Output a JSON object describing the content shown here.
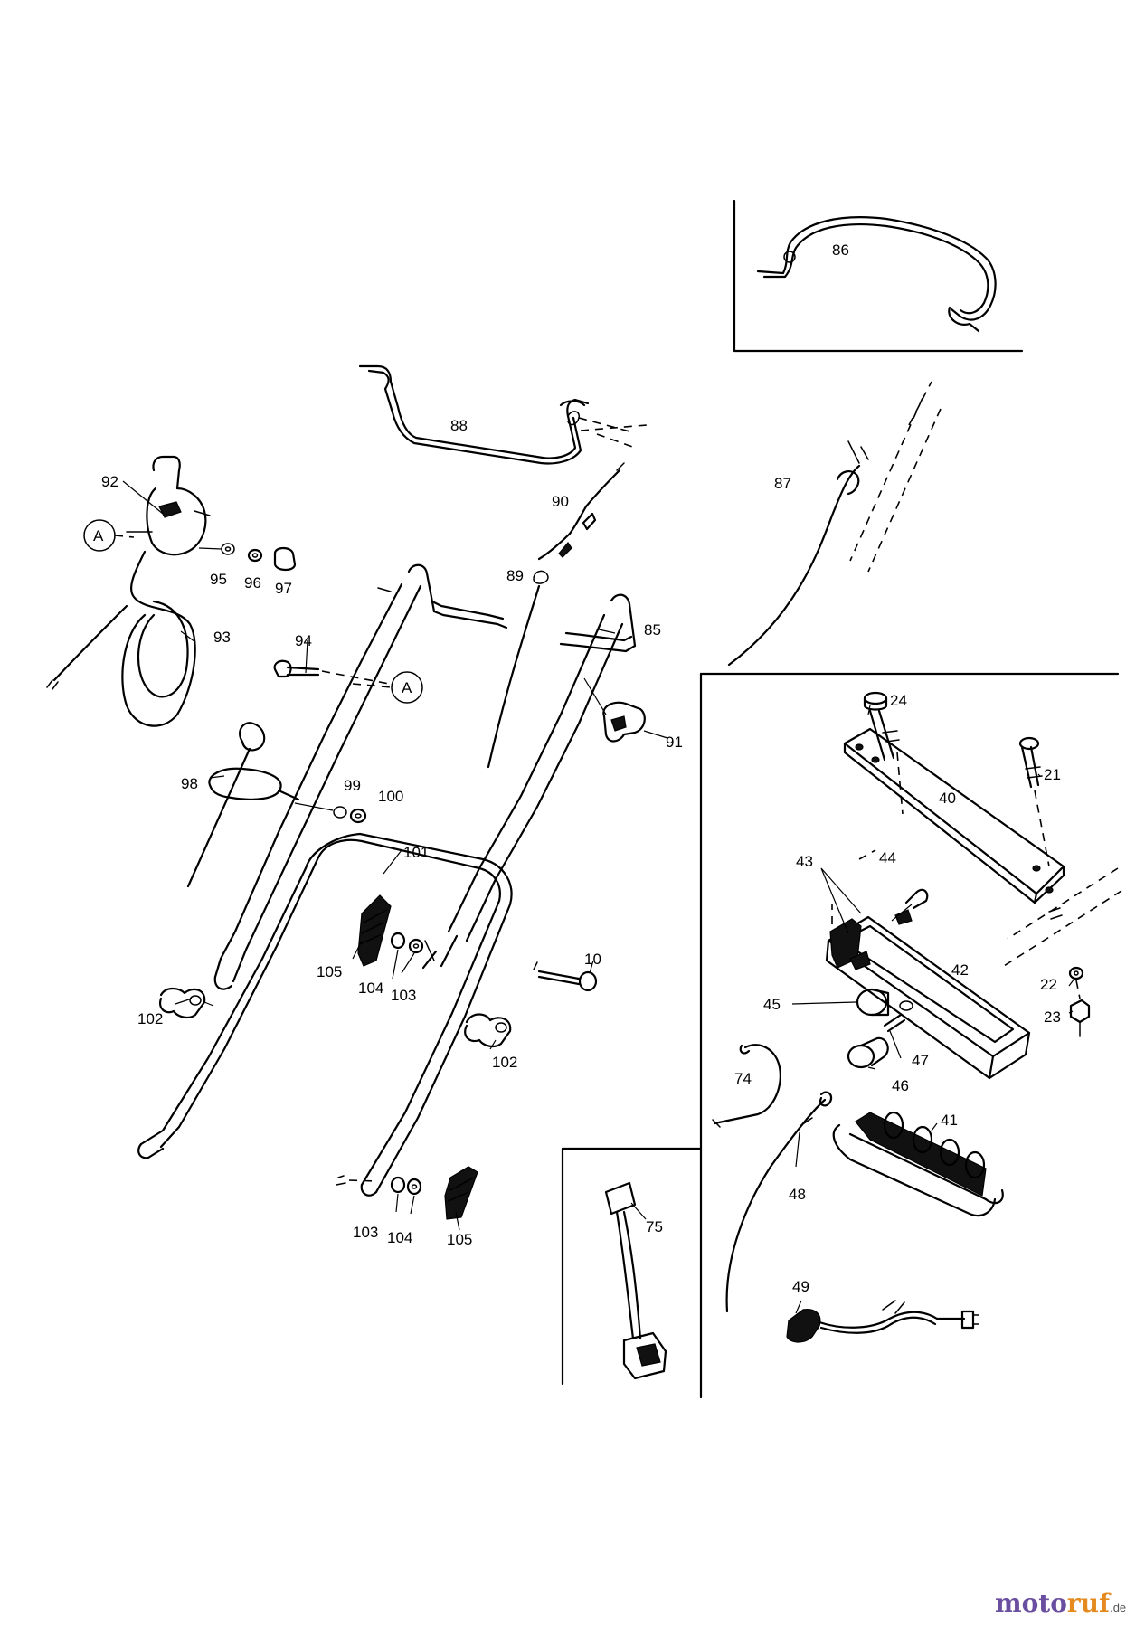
{
  "diagram": {
    "type": "exploded-parts-view",
    "parts": [
      {
        "id": "p86",
        "label": "86"
      },
      {
        "id": "p88",
        "label": "88"
      },
      {
        "id": "p87",
        "label": "87"
      },
      {
        "id": "p92",
        "label": "92"
      },
      {
        "id": "p90",
        "label": "90"
      },
      {
        "id": "pA1",
        "label": "A"
      },
      {
        "id": "p95",
        "label": "95"
      },
      {
        "id": "p96",
        "label": "96"
      },
      {
        "id": "p97",
        "label": "97"
      },
      {
        "id": "p89",
        "label": "89"
      },
      {
        "id": "p85",
        "label": "85"
      },
      {
        "id": "p93",
        "label": "93"
      },
      {
        "id": "p94",
        "label": "94"
      },
      {
        "id": "pA2",
        "label": "A"
      },
      {
        "id": "p91",
        "label": "91"
      },
      {
        "id": "p24",
        "label": "24"
      },
      {
        "id": "p21",
        "label": "21"
      },
      {
        "id": "p40",
        "label": "40"
      },
      {
        "id": "p98",
        "label": "98"
      },
      {
        "id": "p99",
        "label": "99"
      },
      {
        "id": "p100",
        "label": "100"
      },
      {
        "id": "p101",
        "label": "101"
      },
      {
        "id": "p43",
        "label": "43"
      },
      {
        "id": "p44",
        "label": "44"
      },
      {
        "id": "p10",
        "label": "10"
      },
      {
        "id": "p42",
        "label": "42"
      },
      {
        "id": "p105a",
        "label": "105"
      },
      {
        "id": "p104a",
        "label": "104"
      },
      {
        "id": "p103a",
        "label": "103"
      },
      {
        "id": "p22",
        "label": "22"
      },
      {
        "id": "p45",
        "label": "45"
      },
      {
        "id": "p23",
        "label": "23"
      },
      {
        "id": "p102a",
        "label": "102"
      },
      {
        "id": "p102b",
        "label": "102"
      },
      {
        "id": "p47",
        "label": "47"
      },
      {
        "id": "p46",
        "label": "46"
      },
      {
        "id": "p74",
        "label": "74"
      },
      {
        "id": "p41",
        "label": "41"
      },
      {
        "id": "p48",
        "label": "48"
      },
      {
        "id": "p75",
        "label": "75"
      },
      {
        "id": "p103b",
        "label": "103"
      },
      {
        "id": "p104b",
        "label": "104"
      },
      {
        "id": "p105b",
        "label": "105"
      },
      {
        "id": "p49",
        "label": "49"
      }
    ]
  },
  "watermark": {
    "part1": "moto",
    "part2": "ruf",
    "suffix": ".de",
    "colors": {
      "part1": "#6a4fa0",
      "part2": "#e58a1f"
    }
  }
}
